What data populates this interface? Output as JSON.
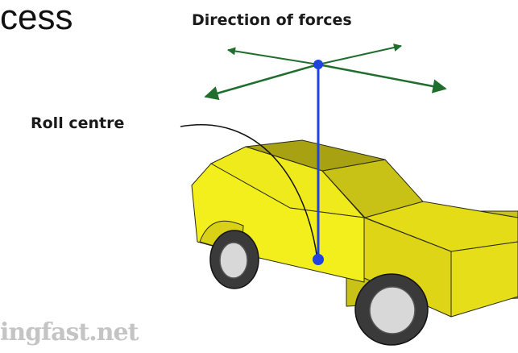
{
  "heading": {
    "text": "cess"
  },
  "labels": {
    "direction_of_forces": "Direction of forces",
    "roll_centre": "Roll centre"
  },
  "watermark": {
    "text": "ingfast.net"
  },
  "colors": {
    "car_body": "#f2ef1c",
    "car_shadow": "#cfc91a",
    "car_dark": "#b6b015",
    "roll_axis": "#1f43e0",
    "force_arrows": "#1f6e2e",
    "tyre": "#3a3a3a",
    "wheel_rim": "#d8d8d8"
  }
}
